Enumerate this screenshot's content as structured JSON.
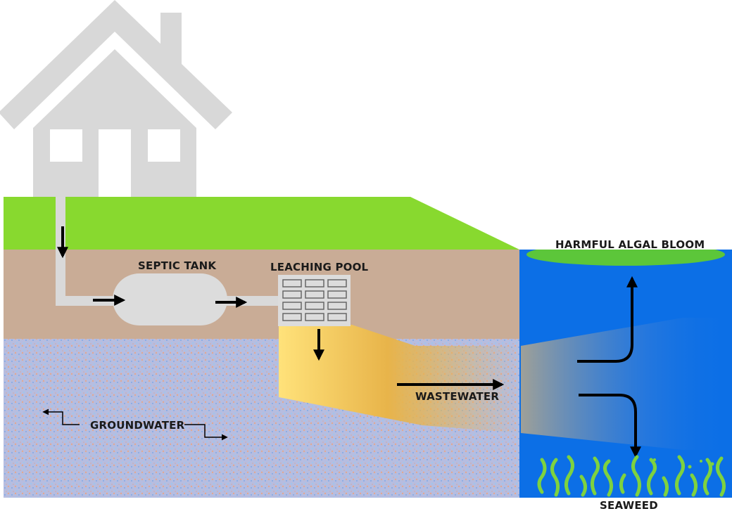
{
  "labels": {
    "septic_tank": "SEPTIC TANK",
    "leaching_pool": "LEACHING POOL",
    "harmful_algal_bloom": "HARMFUL ALGAL BLOOM",
    "wastewater": "WASTEWATER",
    "groundwater": "GROUNDWATER",
    "seaweed": "SEAWEED"
  },
  "colors": {
    "house": "#d8d8d8",
    "grass": "#88d92f",
    "soil": "#c9ac96",
    "groundwater": "#b8c0e0",
    "ocean": "#0c6fe6",
    "algal_bloom": "#5cc63a",
    "plume": "#f6c74a",
    "pipe": "#d9d9d9",
    "arrow": "#000000",
    "seaweed": "#7ed23f"
  }
}
